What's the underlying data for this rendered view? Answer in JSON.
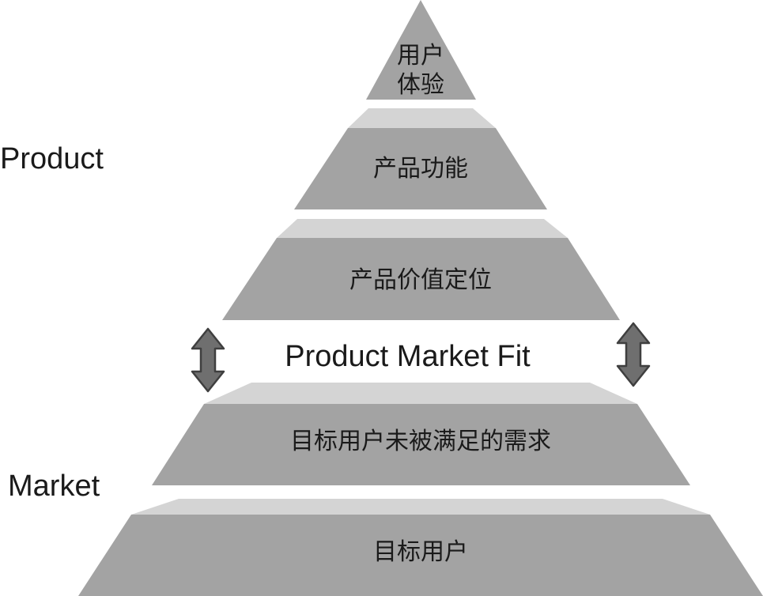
{
  "side_labels": {
    "product": "Product",
    "market": "Market"
  },
  "fit_label": "Product Market Fit",
  "tiers": [
    {
      "line1": "用户",
      "line2": "体验"
    },
    {
      "label": "产品功能"
    },
    {
      "label": "产品价值定位"
    },
    {
      "label": "目标用户未被满足的需求"
    },
    {
      "label": "目标用户"
    }
  ],
  "colors": {
    "tier_front": "#a3a3a3",
    "tier_top": "#d4d4d4",
    "arrow_fill": "#6f6f6f",
    "arrow_stroke": "#3f3f3f",
    "text": "#1a1a1a",
    "background": "#ffffff"
  }
}
